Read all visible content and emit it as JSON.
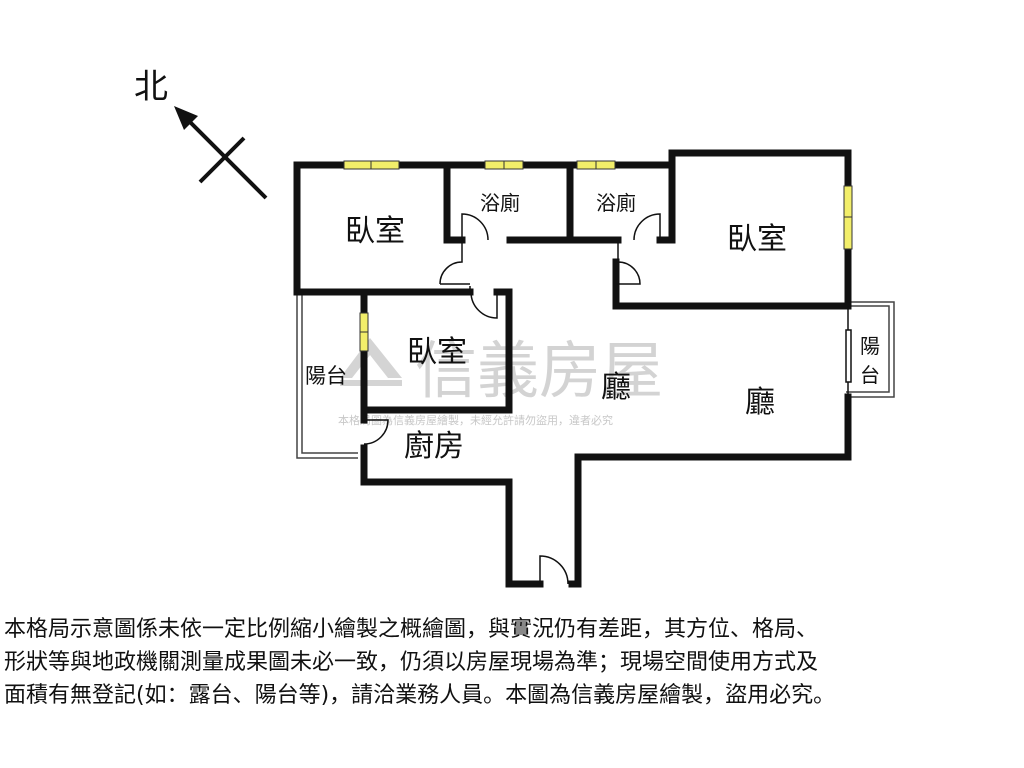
{
  "compass": {
    "label": "北"
  },
  "rooms": {
    "bedroom_left": "臥室",
    "bath_left": "浴廁",
    "bath_right": "浴廁",
    "bedroom_right": "臥室",
    "bedroom_small": "臥室",
    "balcony_left": "陽台",
    "living_center": "廳",
    "living_right": "廳",
    "balcony_right": "陽台",
    "kitchen": "廚房"
  },
  "watermark": {
    "brand": "信義房屋",
    "notice": "本格局圖為信義房屋繪製，未經允許請勿盜用，違者必究"
  },
  "disclaimer": [
    "本格局示意圖係未依一定比例縮小繪製之概繪圖，與實況仍有差距，其方位、格局、",
    "形狀等與地政機關測量成果圖未必一致，仍須以房屋現場為準；現場空間使用方式及",
    "面積有無登記(如：露台、陽台等)，請洽業務人員。本圖為信義房屋繪製，盜用必究。"
  ],
  "colors": {
    "wall": "#111111",
    "window": "#f2ee6a",
    "watermark": "#c9c9c9"
  }
}
